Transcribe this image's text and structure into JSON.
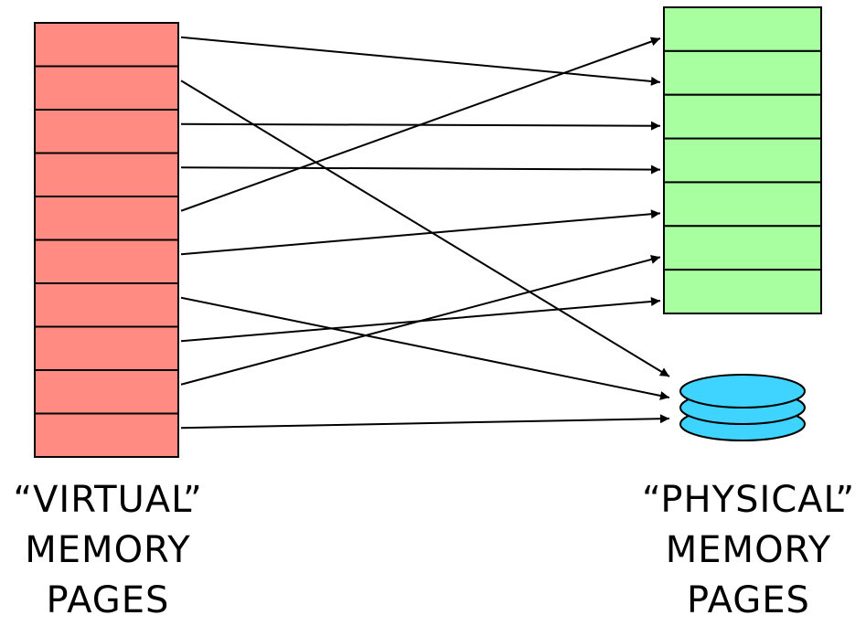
{
  "virtual": {
    "page_count": 10,
    "caption": [
      "“VIRTUAL”",
      "MEMORY",
      "PAGES"
    ],
    "color": "#ff8b83"
  },
  "physical": {
    "page_count": 7,
    "caption": [
      "“PHYSICAL”",
      "MEMORY",
      "PAGES"
    ],
    "color": "#a8ffa0"
  },
  "disk": {
    "disk_count": 3,
    "color": "#3fd3ff"
  },
  "mappings": [
    {
      "from_page": 1,
      "to": "physical",
      "to_page": 2
    },
    {
      "from_page": 2,
      "to": "disk"
    },
    {
      "from_page": 3,
      "to": "physical",
      "to_page": 3
    },
    {
      "from_page": 4,
      "to": "physical",
      "to_page": 4
    },
    {
      "from_page": 5,
      "to": "physical",
      "to_page": 1
    },
    {
      "from_page": 6,
      "to": "physical",
      "to_page": 5
    },
    {
      "from_page": 7,
      "to": "disk"
    },
    {
      "from_page": 8,
      "to": "physical",
      "to_page": 7
    },
    {
      "from_page": 9,
      "to": "physical",
      "to_page": 6
    },
    {
      "from_page": 10,
      "to": "disk"
    }
  ]
}
